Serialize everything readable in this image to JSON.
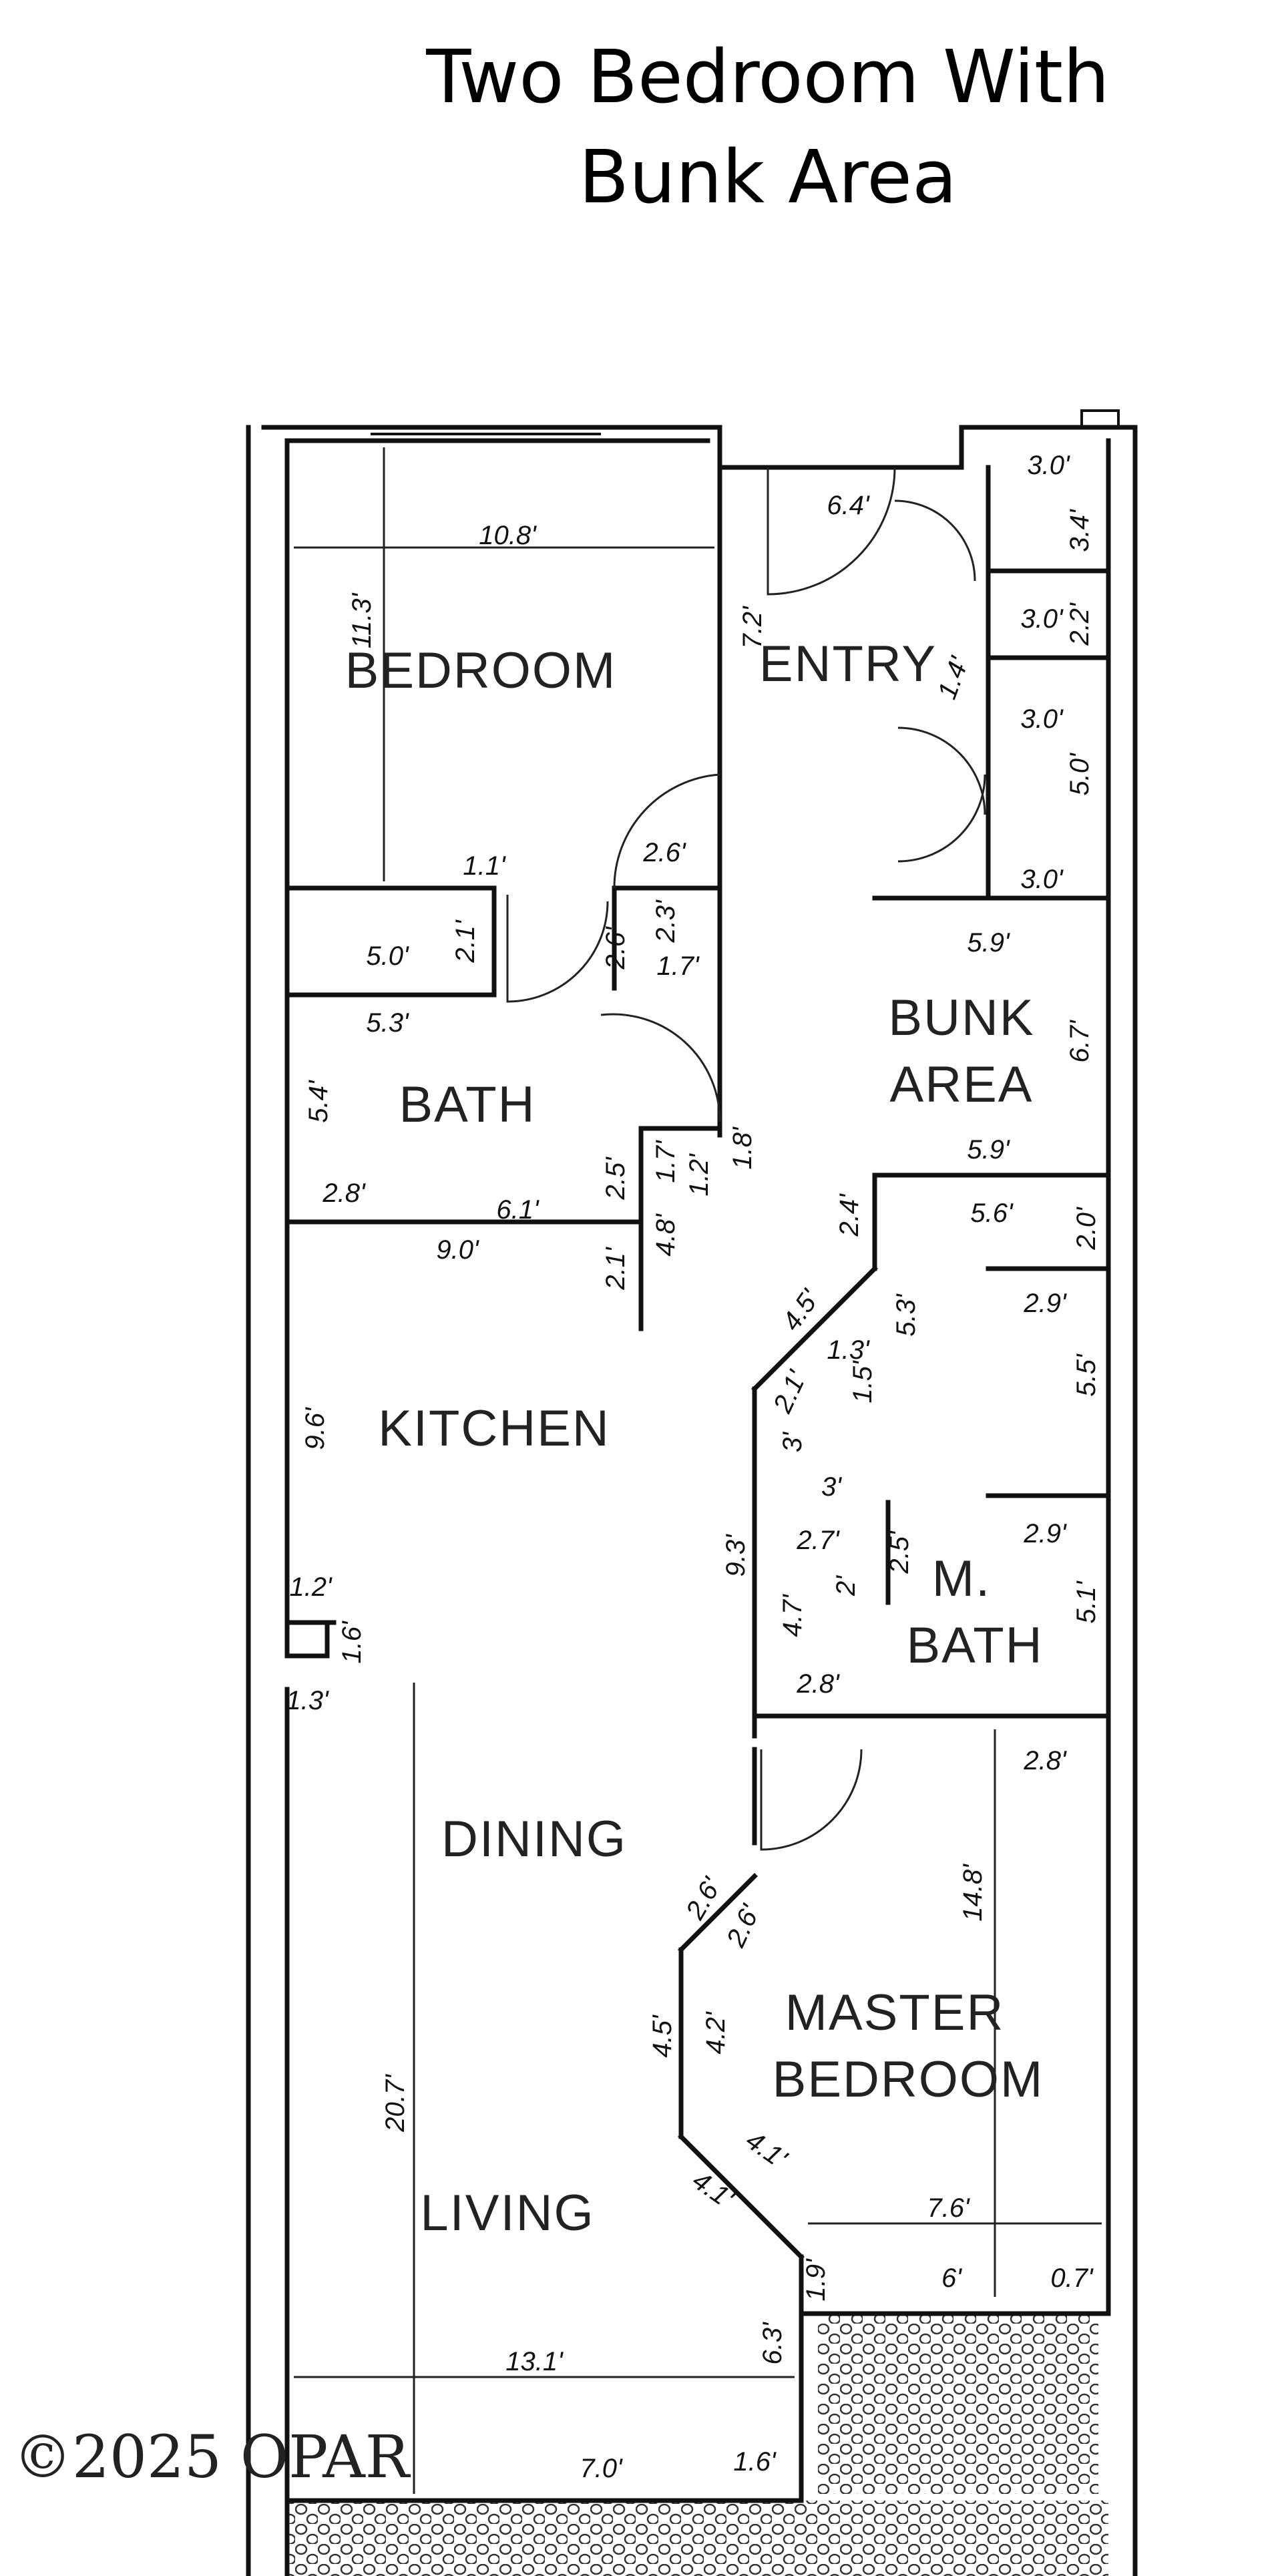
{
  "title": {
    "line1": "Two Bedroom With",
    "line2": "Bunk Area"
  },
  "rooms": {
    "bedroom": "BEDROOM",
    "entry": "ENTRY",
    "bunk_area_1": "BUNK",
    "bunk_area_2": "AREA",
    "bath": "BATH",
    "kitchen": "KITCHEN",
    "master_bath_1": "M.",
    "master_bath_2": "BATH",
    "dining": "DINING",
    "master_bedroom_1": "MASTER",
    "master_bedroom_2": "BEDROOM",
    "living": "LIVING"
  },
  "dimensions": {
    "d_10_8": "10.8'",
    "d_11_3": "11.3'",
    "d_6_4": "6.4'",
    "d_7_2": "7.2'",
    "d_3_0a": "3.0'",
    "d_3_4": "3.4'",
    "d_3_0b": "3.0'",
    "d_2_2": "2.2'",
    "d_1_4": "1.4'",
    "d_3_0c": "3.0'",
    "d_5_0a": "5.0'",
    "d_3_0d": "3.0'",
    "d_1_1": "1.1'",
    "d_2_6a": "2.6'",
    "d_5_0b": "5.0'",
    "d_2_1a": "2.1'",
    "d_2_6b": "2.6'",
    "d_2_3": "2.3'",
    "d_1_7a": "1.7'",
    "d_5_9a": "5.9'",
    "d_5_3a": "5.3'",
    "d_6_7": "6.7'",
    "d_5_4": "5.4'",
    "d_2_5a": "2.5'",
    "d_1_7b": "1.7'",
    "d_1_2a": "1.2'",
    "d_1_8": "1.8'",
    "d_5_9b": "5.9'",
    "d_2_8a": "2.8'",
    "d_6_1": "6.1'",
    "d_4_8": "4.8'",
    "d_2_4": "2.4'",
    "d_5_6": "5.6'",
    "d_2_0": "2.0'",
    "d_9_0": "9.0'",
    "d_2_1b": "2.1'",
    "d_4_5a": "4.5'",
    "d_5_3b": "5.3'",
    "d_2_9a": "2.9'",
    "d_2_1c": "2.1'",
    "d_1_3a": "1.3'",
    "d_1_5": "1.5'",
    "d_9_6": "9.6'",
    "d_3a": "3'",
    "d_5_5": "5.5'",
    "d_3b": "3'",
    "d_2_7": "2.7'",
    "d_2_5b": "2.5'",
    "d_2_9b": "2.9'",
    "d_9_3": "9.3'",
    "d_2": "2'",
    "d_4_7": "4.7'",
    "d_5_1": "5.1'",
    "d_1_2b": "1.2'",
    "d_1_6a": "1.6'",
    "d_1_3b": "1.3'",
    "d_2_8b": "2.8'",
    "d_2_8c": "2.8'",
    "d_14_8": "14.8'",
    "d_2_6c": "2.6'",
    "d_2_6d": "2.6'",
    "d_4_5b": "4.5'",
    "d_4_2": "4.2'",
    "d_20_7": "20.7'",
    "d_4_1a": "4.1'",
    "d_4_1b": "4.1'",
    "d_7_6": "7.6'",
    "d_1_9": "1.9'",
    "d_6": "6'",
    "d_0_7": "0.7'",
    "d_6_3": "6.3'",
    "d_13_1": "13.1'",
    "d_7_0": "7.0'",
    "d_1_6b": "1.6'"
  },
  "watermark": "©2025 OPAR"
}
